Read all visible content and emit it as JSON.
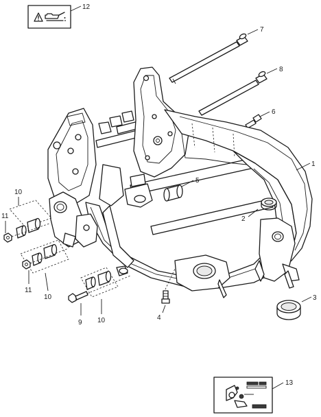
{
  "callouts": {
    "c1": "1",
    "c2": "2",
    "c3": "3",
    "c4": "4",
    "c5": "5",
    "c6": "6",
    "c7": "7",
    "c8": "8",
    "c9": "9",
    "c10a": "10",
    "c10b": "10",
    "c10c": "10",
    "c11a": "11",
    "c11b": "11",
    "c12": "12",
    "c13": "13"
  },
  "icons": {
    "oil_can": "oil-can-icon",
    "warning": "warning-triangle-icon",
    "label_sticker": "label-sticker-icon"
  }
}
